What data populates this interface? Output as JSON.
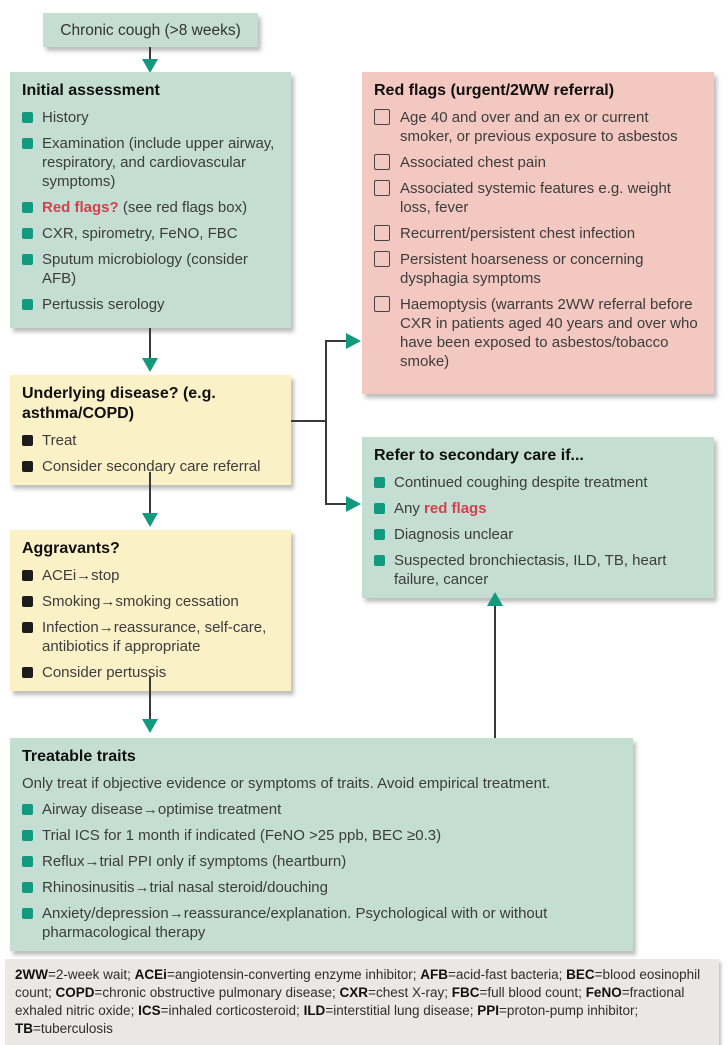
{
  "colors": {
    "teal_bg": "#c4ded4",
    "pink_bg": "#f2c8c0",
    "yellow_bg": "#fbf1c7",
    "legend_bg": "#e9e8e4",
    "accent_teal": "#12997e",
    "bullet_black": "#1c1c1c",
    "text": "#3c3c3c",
    "title": "#101010",
    "red": "#d4404d",
    "line": "#3a3a3a"
  },
  "flowchart": {
    "start": {
      "label": "Chronic cough (>8 weeks)"
    },
    "initial_assessment": {
      "title": "Initial assessment",
      "items": [
        {
          "parts": [
            {
              "t": "History"
            }
          ]
        },
        {
          "parts": [
            {
              "t": "Examination (include upper airway, respiratory, and cardiovascular symptoms)"
            }
          ]
        },
        {
          "parts": [
            {
              "t": "Red flags?",
              "style": "redbold"
            },
            {
              "t": " (see red flags box)"
            }
          ]
        },
        {
          "parts": [
            {
              "t": "CXR, spirometry, FeNO, FBC"
            }
          ]
        },
        {
          "parts": [
            {
              "t": "Sputum microbiology (consider AFB)"
            }
          ]
        },
        {
          "parts": [
            {
              "t": "Pertussis serology"
            }
          ]
        }
      ]
    },
    "red_flags": {
      "title": "Red flags (urgent/2WW referral)",
      "items": [
        {
          "parts": [
            {
              "t": "Age 40 and over and an ex or current smoker, or previous exposure to asbestos"
            }
          ]
        },
        {
          "parts": [
            {
              "t": "Associated chest pain"
            }
          ]
        },
        {
          "parts": [
            {
              "t": "Associated systemic features e.g. weight loss, fever"
            }
          ]
        },
        {
          "parts": [
            {
              "t": "Recurrent/persistent chest infection"
            }
          ]
        },
        {
          "parts": [
            {
              "t": "Persistent hoarseness or concerning dysphagia symptoms"
            }
          ]
        },
        {
          "parts": [
            {
              "t": "Haemoptysis (warrants 2WW referral before CXR in patients aged 40 years and over who have been exposed to asbestos/tobacco smoke)"
            }
          ]
        }
      ]
    },
    "underlying_disease": {
      "title": "Underlying disease? (e.g. asthma/COPD)",
      "items": [
        {
          "parts": [
            {
              "t": "Treat"
            }
          ]
        },
        {
          "parts": [
            {
              "t": "Consider secondary care referral"
            }
          ]
        }
      ]
    },
    "refer_secondary": {
      "title": "Refer to secondary care if...",
      "items": [
        {
          "parts": [
            {
              "t": "Continued coughing despite treatment"
            }
          ]
        },
        {
          "parts": [
            {
              "t": "Any "
            },
            {
              "t": "red flags",
              "style": "redbold"
            }
          ]
        },
        {
          "parts": [
            {
              "t": "Diagnosis unclear"
            }
          ]
        },
        {
          "parts": [
            {
              "t": "Suspected bronchiectasis, ILD, TB, heart failure, cancer"
            }
          ]
        }
      ]
    },
    "aggravants": {
      "title": "Aggravants?",
      "items": [
        {
          "parts": [
            {
              "t": "ACEi→stop"
            }
          ]
        },
        {
          "parts": [
            {
              "t": "Smoking→smoking cessation"
            }
          ]
        },
        {
          "parts": [
            {
              "t": "Infection→reassurance, self-care, antibiotics if appropriate"
            }
          ]
        },
        {
          "parts": [
            {
              "t": "Consider pertussis"
            }
          ]
        }
      ]
    },
    "treatable_traits": {
      "title": "Treatable traits",
      "note": "Only treat if objective evidence or symptoms of traits. Avoid empirical treatment.",
      "items": [
        {
          "parts": [
            {
              "t": "Airway disease→optimise treatment"
            }
          ]
        },
        {
          "parts": [
            {
              "t": "Trial ICS for 1 month if indicated (FeNO >25 ppb, BEC ≥0.3)"
            }
          ]
        },
        {
          "parts": [
            {
              "t": "Reflux→trial PPI only if symptoms (heartburn)"
            }
          ]
        },
        {
          "parts": [
            {
              "t": "Rhinosinusitis→trial nasal steroid/douching"
            }
          ]
        },
        {
          "parts": [
            {
              "t": "Anxiety/depression→reassurance/explanation. Psychological with or without pharmacological therapy"
            }
          ]
        }
      ]
    },
    "abbreviations": {
      "segments": [
        {
          "t": "2WW",
          "style": "bold"
        },
        {
          "t": "=2-week wait; "
        },
        {
          "t": "ACEi",
          "style": "bold"
        },
        {
          "t": "=angiotensin-converting enzyme inhibitor; "
        },
        {
          "t": "AFB",
          "style": "bold"
        },
        {
          "t": "=acid-fast bacteria; "
        },
        {
          "t": "BEC",
          "style": "bold"
        },
        {
          "t": "=blood eosinophil count; "
        },
        {
          "t": "COPD",
          "style": "bold"
        },
        {
          "t": "=chronic obstructive pulmonary disease; "
        },
        {
          "t": "CXR",
          "style": "bold"
        },
        {
          "t": "=chest X-ray; "
        },
        {
          "t": "FBC",
          "style": "bold"
        },
        {
          "t": "=full blood count; "
        },
        {
          "t": "FeNO",
          "style": "bold"
        },
        {
          "t": "=fractional exhaled nitric oxide; "
        },
        {
          "t": "ICS",
          "style": "bold"
        },
        {
          "t": "=inhaled corticosteroid; "
        },
        {
          "t": "ILD",
          "style": "bold"
        },
        {
          "t": "=interstitial lung disease; "
        },
        {
          "t": "PPI",
          "style": "bold"
        },
        {
          "t": "=proton-pump inhibitor; "
        },
        {
          "t": "TB",
          "style": "bold"
        },
        {
          "t": "=tuberculosis"
        }
      ]
    }
  }
}
